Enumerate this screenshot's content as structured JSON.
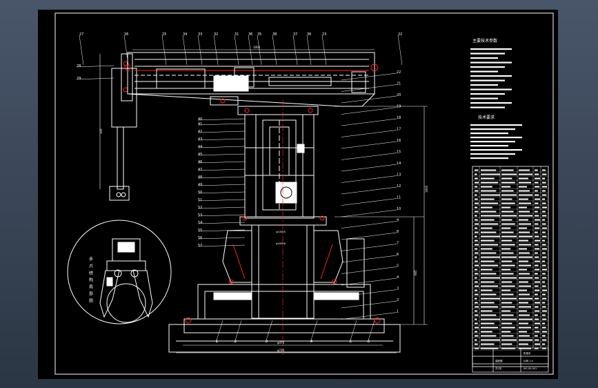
{
  "app": {
    "background_color": "#3b4757",
    "sheet_color": "#000000",
    "line_color": "#ffffff",
    "accent_color": "#ff2020",
    "alt_color": "#00c8ff"
  },
  "drawing": {
    "detail_title": "手爪结构局部图",
    "spec_heading": "主要技术参数",
    "tech_heading": "技术要求",
    "dim_bottom_inner": "φ470",
    "dim_bottom_outer": "φ720",
    "dim_right_total": "1605",
    "dim_right_lower": "665",
    "dim_left_arm": "345",
    "dim_top_arm": "1000",
    "dim_shaft_1": "φ100h6",
    "dim_shaft_2": "φ180H6",
    "title_block_cells": [
      "机械手",
      "比例 1:4",
      "装配图",
      "共1张"
    ],
    "drawing_number": "JXS-00-001"
  },
  "labels_top": [
    "27",
    "26",
    "25",
    "34",
    "33",
    "32",
    "31",
    "36",
    "35",
    "38",
    "37",
    "36",
    "23",
    "22"
  ],
  "labels_left": [
    "28",
    "29",
    "40",
    "41",
    "42",
    "43",
    "44",
    "45",
    "46",
    "47",
    "48",
    "49",
    "50",
    "51",
    "52",
    "53",
    "54",
    "55",
    "56",
    "57"
  ],
  "labels_right": [
    "22",
    "21",
    "20",
    "19",
    "18",
    "17",
    "16",
    "15",
    "14",
    "13",
    "12",
    "11",
    "10",
    "9",
    "8",
    "7",
    "6",
    "5",
    "4",
    "3",
    "2",
    "1"
  ],
  "labels_bottom": [
    "1",
    "2",
    "3",
    "4",
    "5",
    "6"
  ]
}
